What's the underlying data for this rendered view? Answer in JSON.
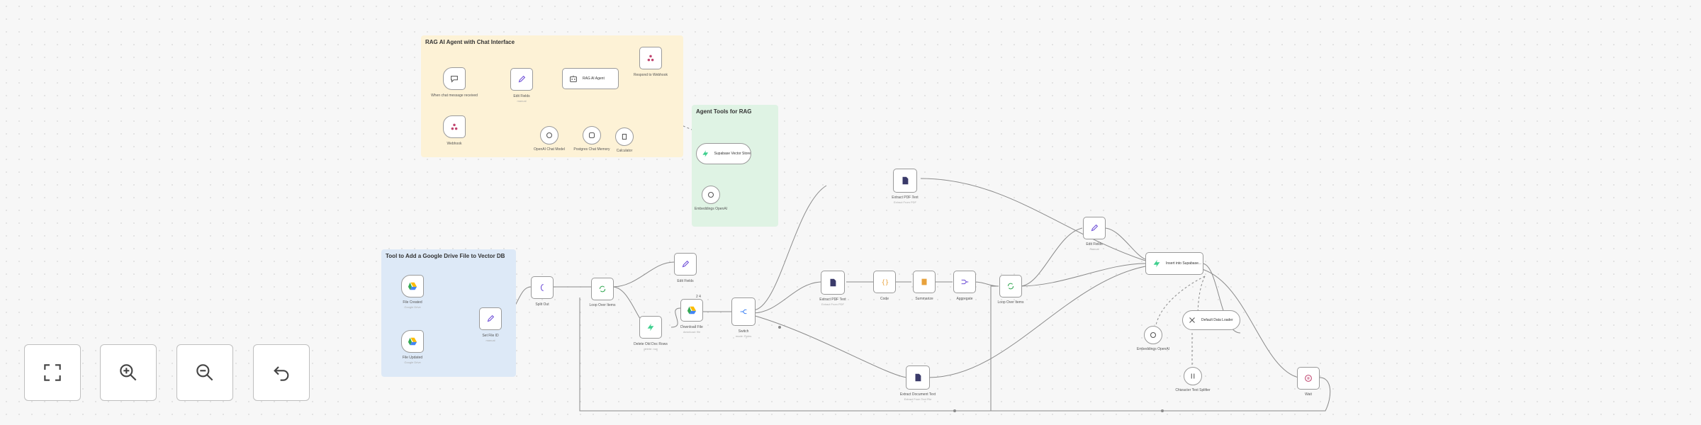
{
  "stickies": {
    "rag_agent": {
      "title": "RAG AI Agent with Chat Interface"
    },
    "agent_tools": {
      "title": "Agent Tools for RAG"
    },
    "tool_drive": {
      "title": "Tool to Add a Google Drive File to Vector DB"
    }
  },
  "nodes": {
    "chat_trigger": {
      "label": "When chat message received"
    },
    "webhook": {
      "label": "Webhook"
    },
    "edit_fields_top": {
      "label": "Edit Fields",
      "sub": "manual"
    },
    "ai_agent": {
      "label": "RAG AI Agent"
    },
    "respond_webhook": {
      "label": "Respond to Webhook"
    },
    "openai_chat_model": {
      "label": "OpenAI Chat Model"
    },
    "postgres_memory": {
      "label": "Postgres Chat Memory"
    },
    "calculator": {
      "label": "Calculator"
    },
    "supabase_tool": {
      "label": "Supabase Vector Store"
    },
    "embeddings_openai_1": {
      "label": "Embeddings OpenAI"
    },
    "file_created": {
      "label": "File Created",
      "sub": "Google Drive"
    },
    "file_updated": {
      "label": "File Updated",
      "sub": "Google Drive"
    },
    "set_file_id": {
      "label": "Set File ID",
      "sub": "manual"
    },
    "split_out": {
      "label": "Split Out"
    },
    "loop_over_items_1": {
      "label": "Loop Over Items"
    },
    "edit_fields_mid": {
      "label": "Edit Fields"
    },
    "delete_old_rows": {
      "label": "Delete Old Doc Rows",
      "sub": "delete: row"
    },
    "download_file": {
      "label": "Download File",
      "sub": "download: file"
    },
    "switch": {
      "label": "Switch",
      "sub": "mode: Rules"
    },
    "extract_pdf_top": {
      "label": "Extract PDF Text",
      "sub": "Extract From PDF"
    },
    "extract_pdf_mid": {
      "label": "Extract PDF Text",
      "sub": "Extract From PDF"
    },
    "code": {
      "label": "Code"
    },
    "summarize": {
      "label": "Summarize"
    },
    "aggregate": {
      "label": "Aggregate"
    },
    "loop_over_items_2": {
      "label": "Loop Over Items"
    },
    "edit_fields_right": {
      "label": "Edit Fields",
      "sub": "manual"
    },
    "insert_vector": {
      "label": "Insert into Supabase..."
    },
    "extract_doc_bottom": {
      "label": "Extract Document Text",
      "sub": "Extract From Text File"
    },
    "embeddings_openai_2": {
      "label": "Embeddings OpenAI"
    },
    "default_data_loader": {
      "label": "Default Data Loader"
    },
    "text_splitter": {
      "label": "Character Text Splitter"
    },
    "wait": {
      "label": "Wait"
    }
  },
  "badges": {
    "download_count": "2 4"
  },
  "controls": {
    "fit_view": {
      "icon": "fullscreen-icon"
    },
    "zoom_in": {
      "icon": "zoom-in-icon"
    },
    "zoom_out": {
      "icon": "zoom-out-icon"
    },
    "reset": {
      "icon": "undo-icon"
    }
  },
  "colors": {
    "sticky_yellow": "#fdf2d6",
    "sticky_green": "#dff3e4",
    "sticky_blue": "#dde9f7",
    "node_border": "#9a9a9a",
    "connector": "#8a8a8a",
    "drive_green": "#34a853",
    "drive_yellow": "#fbbc04",
    "drive_blue": "#4285f4",
    "supabase": "#3ecf8e",
    "webhook_pink": "#c0456f",
    "edit_purple": "#6b4bd6"
  }
}
